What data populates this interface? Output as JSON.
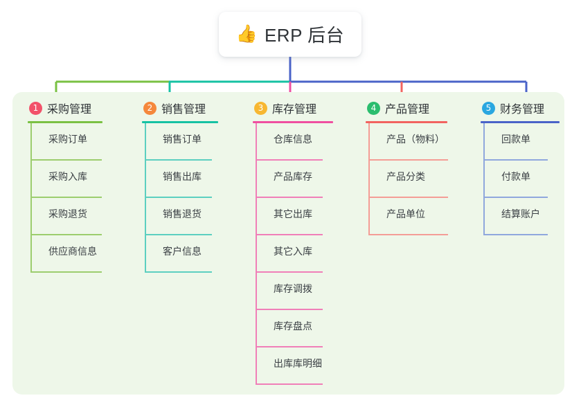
{
  "root": {
    "icon": "thumbs-up-icon",
    "emoji": "👍",
    "title": "ERP 后台"
  },
  "colors": {
    "panel_bg": "#eef7e9",
    "card_bg": "#ffffff",
    "text": "#2f3337",
    "leaf_text": "#3a3f44",
    "green": "#7ac143",
    "teal": "#16c2a3",
    "pink": "#ef4fa0",
    "red": "#f2635f",
    "blue": "#4a63c8",
    "badge1": "#f2526a",
    "badge2": "#f5883c",
    "badge3": "#f7b731",
    "badge4": "#2bbd6e",
    "badge5": "#2aa7e0",
    "leaf_green": "#9ccd6e",
    "leaf_teal": "#5ccfc0",
    "leaf_pink": "#f07fb8",
    "leaf_red": "#f49d96",
    "leaf_blue": "#8fa7dd"
  },
  "columns": [
    {
      "number": "1",
      "label": "采购管理",
      "badge_color": "#f2526a",
      "rule_color": "#7ac143",
      "leaf_color": "#9ccd6e",
      "items": [
        "采购订单",
        "采购入库",
        "采购退货",
        "供应商信息"
      ]
    },
    {
      "number": "2",
      "label": "销售管理",
      "badge_color": "#f5883c",
      "rule_color": "#16c2a3",
      "leaf_color": "#5ccfc0",
      "items": [
        "销售订单",
        "销售出库",
        "销售退货",
        "客户信息"
      ]
    },
    {
      "number": "3",
      "label": "库存管理",
      "badge_color": "#f7b731",
      "rule_color": "#ef4fa0",
      "leaf_color": "#f07fb8",
      "items": [
        "仓库信息",
        "产品库存",
        "其它出库",
        "其它入库",
        "库存调拨",
        "库存盘点",
        "出库库明细"
      ]
    },
    {
      "number": "4",
      "label": "产品管理",
      "badge_color": "#2bbd6e",
      "rule_color": "#f2635f",
      "leaf_color": "#f49d96",
      "items": [
        "产品（物料）",
        "产品分类",
        "产品单位"
      ]
    },
    {
      "number": "5",
      "label": "财务管理",
      "badge_color": "#2aa7e0",
      "rule_color": "#4a63c8",
      "leaf_color": "#8fa7dd",
      "items": [
        "回款单",
        "付款单",
        "结算账户"
      ]
    }
  ]
}
